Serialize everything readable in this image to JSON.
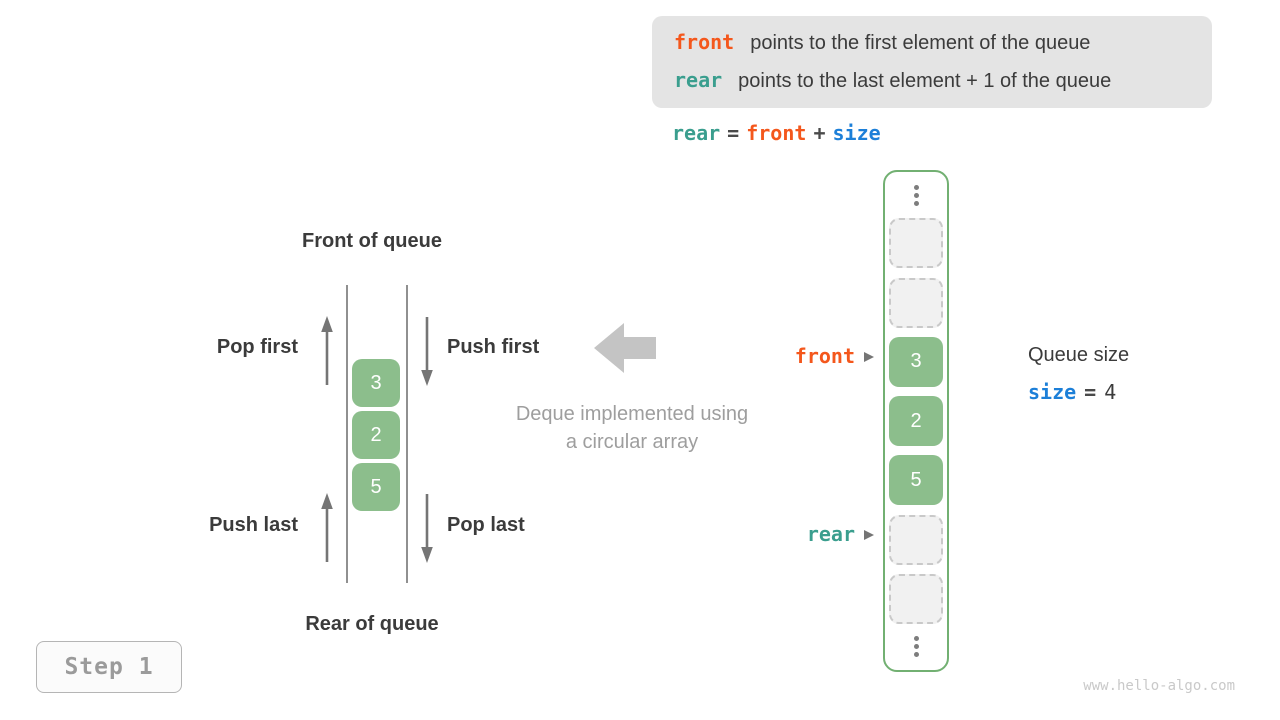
{
  "info_box": {
    "lines": [
      {
        "keyword": "front",
        "text": "points to the first element of the queue"
      },
      {
        "keyword": "rear",
        "text": "points to the last element + 1 of the queue"
      }
    ]
  },
  "equation": {
    "lhs": "rear",
    "eq": "=",
    "op1": "front",
    "plus": "+",
    "op2": "size"
  },
  "left_queue": {
    "front_label": "Front of queue",
    "rear_label": "Rear of queue",
    "pop_first": "Pop first",
    "push_first": "Push first",
    "push_last": "Push last",
    "pop_last": "Pop last",
    "values": [
      "3",
      "2",
      "5"
    ]
  },
  "center_caption": {
    "line1": "Deque implemented using",
    "line2": "a circular array"
  },
  "array_column": {
    "front_pointer": "front",
    "rear_pointer": "rear",
    "values": [
      "3",
      "2",
      "5"
    ]
  },
  "queue_size": {
    "label": "Queue size",
    "keyword": "size",
    "equals": "=",
    "value": "4"
  },
  "step_badge": {
    "label": "Step 1"
  },
  "watermark": {
    "text": "www.hello-algo.com"
  },
  "colors": {
    "front_orange": "#f4571c",
    "rear_teal": "#3a9e8e",
    "size_blue": "#1c7fd8",
    "cell_green": "#8cbe8c",
    "array_border_green": "#72b072",
    "info_box_bg": "#e4e4e4",
    "muted_gray": "#9e9e9e"
  }
}
